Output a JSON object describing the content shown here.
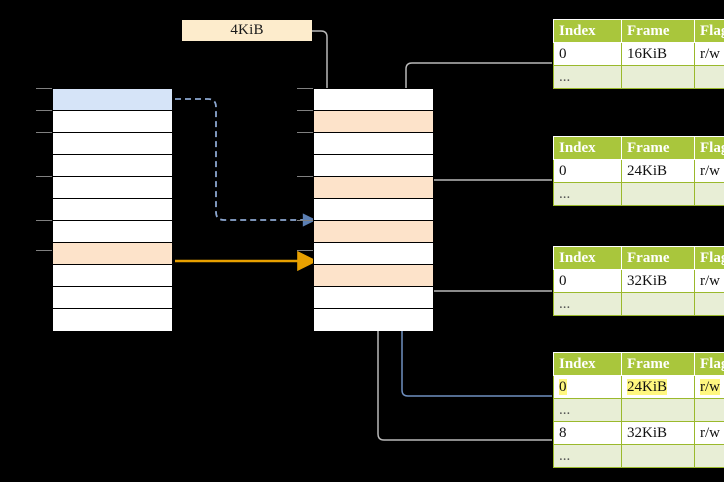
{
  "diagram": {
    "title": "page-table-walk-diagram",
    "size_label": {
      "text": "4KiB"
    },
    "colors": {
      "highlight_blue": "#d6e4f8",
      "highlight_peach": "#fde3ca",
      "table_header_green": "#a9c63c",
      "table_dots_green": "#e8eed6",
      "label_cream": "#fdeccc",
      "arrow_orange": "#e8a000",
      "arrow_blue": "#5b7fb4",
      "wire_gray": "#b3b3b3",
      "text_highlight_yellow": "#fff77f"
    },
    "left_column": {
      "name": "virtual-address-space",
      "row_count": 11,
      "rows": [
        {
          "index": 0,
          "fill": "blue"
        },
        {
          "index": 1,
          "fill": "white"
        },
        {
          "index": 2,
          "fill": "white"
        },
        {
          "index": 3,
          "fill": "white"
        },
        {
          "index": 4,
          "fill": "white"
        },
        {
          "index": 5,
          "fill": "white"
        },
        {
          "index": 6,
          "fill": "white"
        },
        {
          "index": 7,
          "fill": "peach"
        },
        {
          "index": 8,
          "fill": "white"
        },
        {
          "index": 9,
          "fill": "white"
        },
        {
          "index": 10,
          "fill": "white"
        }
      ]
    },
    "middle_column": {
      "name": "physical-memory",
      "row_count": 11,
      "rows": [
        {
          "index": 0,
          "fill": "white"
        },
        {
          "index": 1,
          "fill": "peach"
        },
        {
          "index": 2,
          "fill": "white"
        },
        {
          "index": 3,
          "fill": "white"
        },
        {
          "index": 4,
          "fill": "peach"
        },
        {
          "index": 5,
          "fill": "white"
        },
        {
          "index": 6,
          "fill": "peach"
        },
        {
          "index": 7,
          "fill": "white"
        },
        {
          "index": 8,
          "fill": "peach"
        },
        {
          "index": 9,
          "fill": "white"
        },
        {
          "index": 10,
          "fill": "white"
        }
      ]
    },
    "page_tables": [
      {
        "name": "page-table-1",
        "headers": [
          "Index",
          "Frame",
          "Flags"
        ],
        "rows": [
          {
            "type": "val",
            "cells": [
              "0",
              "16KiB",
              "r/w"
            ],
            "highlight": [
              false,
              false,
              false
            ]
          },
          {
            "type": "dots",
            "cells": [
              "...",
              "",
              ""
            ],
            "highlight": [
              false,
              false,
              false
            ]
          }
        ]
      },
      {
        "name": "page-table-2",
        "headers": [
          "Index",
          "Frame",
          "Flags"
        ],
        "rows": [
          {
            "type": "val",
            "cells": [
              "0",
              "24KiB",
              "r/w"
            ],
            "highlight": [
              false,
              false,
              false
            ]
          },
          {
            "type": "dots",
            "cells": [
              "...",
              "",
              ""
            ],
            "highlight": [
              false,
              false,
              false
            ]
          }
        ]
      },
      {
        "name": "page-table-3",
        "headers": [
          "Index",
          "Frame",
          "Flags"
        ],
        "rows": [
          {
            "type": "val",
            "cells": [
              "0",
              "32KiB",
              "r/w"
            ],
            "highlight": [
              false,
              false,
              false
            ]
          },
          {
            "type": "dots",
            "cells": [
              "...",
              "",
              ""
            ],
            "highlight": [
              false,
              false,
              false
            ]
          }
        ]
      },
      {
        "name": "page-table-4",
        "headers": [
          "Index",
          "Frame",
          "Flags"
        ],
        "rows": [
          {
            "type": "val",
            "cells": [
              "0",
              "24KiB",
              "r/w"
            ],
            "highlight": [
              true,
              true,
              true
            ]
          },
          {
            "type": "dots",
            "cells": [
              "...",
              "",
              ""
            ],
            "highlight": [
              false,
              false,
              false
            ]
          },
          {
            "type": "val",
            "cells": [
              "8",
              "32KiB",
              "r/w"
            ],
            "highlight": [
              false,
              false,
              false
            ]
          },
          {
            "type": "dots",
            "cells": [
              "...",
              "",
              ""
            ],
            "highlight": [
              false,
              false,
              false
            ]
          }
        ]
      }
    ]
  }
}
